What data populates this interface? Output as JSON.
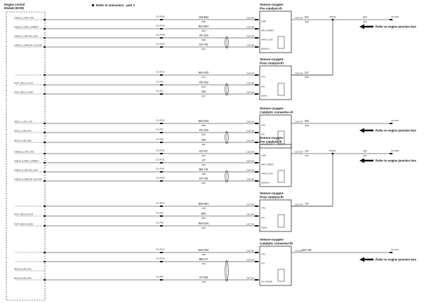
{
  "ecm": {
    "title_line1": "Engine control",
    "title_line2": "Module (ECM)"
  },
  "top_reference": "Refer to emissions - part 1",
  "junction_label": "Refer to engine junction box",
  "colors": {
    "line": "#111111",
    "background": "#ffffff"
  },
  "sensors": [
    {
      "title1": "Sensor-oxygen-",
      "title2": "Pre catalyst-rh",
      "wires": [
        {
          "label": "UHEGO_A_PMP_CTRL",
          "conn": "C11-P136",
          "color": "GN-BN",
          "code": "2066",
          "pin": "C0171A4",
          "pin_label": "CURR",
          "sensor_label": "CURR"
        },
        {
          "label": "UHEGO_A_PMP_CURRENT",
          "conn": "C11-P135",
          "color": "BU-WH",
          "code": "2045",
          "pin": "C0171A4",
          "pin_label": "PMP_CURRENT",
          "sensor_label": "PMP_CURRENT"
        },
        {
          "label": "UHEGO_A_VIRTUAL_GND",
          "conn": "C11-P148",
          "color": "YE-GN",
          "code": "2056",
          "pin": "C0171A4",
          "pin_label": "VIRTUAL_GND",
          "sensor_label": "VIRTUAL_GND"
        },
        {
          "label": "UHEGO_A_SENSOR_VOLTAGE",
          "conn": "C11-P158",
          "color": "GY-YE",
          "code": "2097",
          "pin": "C0171A4",
          "pin_label": "SENSOR_V",
          "sensor_label": "SENSOR_V"
        }
      ],
      "out": {
        "pin": "C0171A4",
        "color": "GY",
        "code": "2098",
        "splice": "SP1410",
        "feed_conn": "C11-P02",
        "feed_color": "GY",
        "feed_code": "2091",
        "has_arrow": true
      }
    },
    {
      "title1": "Sensor-oxygen-",
      "title2": "Post catalyst-lh",
      "wires": [
        {
          "label": "",
          "conn": "C11-P133",
          "color": "WH-OG",
          "code": "2075",
          "pin": "C0171A4",
          "pin_label": "CTRL",
          "sensor_label": "CTRL"
        },
        {
          "label": "POST_HEGO_A_POS",
          "conn": "C11-P25",
          "color": "YE-GN",
          "code": "2031",
          "pin": "C0171A4",
          "pin_label": "POS",
          "sensor_label": "POS"
        },
        {
          "label": "POST_HEGO_A_NEG",
          "conn": "C11-P21",
          "color": "GN",
          "code": "2037",
          "pin": "C0171A4",
          "pin_label": "NEG",
          "sensor_label": "SIGNAL"
        }
      ],
      "out": {
        "pin": "C0171A4",
        "color": "GY",
        "code": "2098",
        "splice": "",
        "feed_conn": "",
        "feed_color": "",
        "feed_code": "",
        "has_arrow": false
      }
    },
    {
      "title1": "Sensor-oxygen-",
      "title2": "Catalytic convertor-rh",
      "wires": [
        {
          "label": "HEGO_A_HTR_CTRL",
          "conn": "C11-P134",
          "color": "WH-OG",
          "code": "2068",
          "pin": "C0171A4",
          "pin_label": "CTRL",
          "sensor_label": "CTRL"
        },
        {
          "label": "HEGO_A_MID_POS",
          "conn": "C11-P27",
          "color": "YE-GN",
          "code": "2051",
          "pin": "C0171A4",
          "pin_label": "POS",
          "sensor_label": "POS"
        },
        {
          "label": "HEGO_A_MID_NEG",
          "conn": "C11-P28",
          "color": "GN",
          "code": "2052",
          "pin": "C0171A4",
          "pin_label": "NEG",
          "sensor_label": "SIG_GROUND"
        }
      ],
      "out": {
        "pin": "C0171A4",
        "color": "OG",
        "code": "2099",
        "splice": "",
        "feed_conn": "C11-P70",
        "feed_color": "",
        "feed_code": "",
        "has_arrow": true
      }
    },
    {
      "title1": "Sensor-oxygen-",
      "title2": "Pre catalyst-lh",
      "wires": [
        {
          "label": "UHEGO_B_HTR_CTRL",
          "conn": "C11-P132",
          "color": "GY-VT",
          "code": "2047",
          "pin": "C0171A4",
          "pin_label": "CURR",
          "sensor_label": "CURR"
        },
        {
          "label": "UHEGO_B_PMP_CURRENT",
          "conn": "C11-P131",
          "color": "VT",
          "code": "2043",
          "pin": "C0171A4",
          "pin_label": "PMP_CURRENT",
          "sensor_label": "PMP_CURRENT"
        },
        {
          "label": "UHEGO_B_VIRTUAL_GND",
          "conn": "C11-P157",
          "color": "BN-YE",
          "code": "2068",
          "pin": "C0171A4",
          "pin_label": "VIRTUAL_GND",
          "sensor_label": "VIRTUAL_GND"
        },
        {
          "label": "UHEGO_B_SENSOR_VOLTAGE",
          "conn": "C11-P159",
          "color": "GY-YE",
          "code": "2093",
          "pin": "C0171A4",
          "pin_label": "SENSOR_V",
          "sensor_label": "SENSOR_V"
        }
      ],
      "out": {
        "pin": "C0171A4",
        "color": "VT",
        "code": "2276",
        "splice": "SP1907",
        "feed_conn": "C11-P86",
        "feed_color": "VT",
        "feed_code": "1957",
        "has_arrow": true
      }
    },
    {
      "title1": "Sensor-oxygen-",
      "title2": "Post catalyst-lh",
      "wires": [
        {
          "label": "",
          "conn": "C11-P136",
          "color": "BN-WH",
          "code": "2795",
          "pin": "C0171A4",
          "pin_label": "CTRL",
          "sensor_label": "CTRL"
        },
        {
          "label": "POST_HEGO_B_POS",
          "conn": "C11-P26",
          "color": "WH",
          "code": "2054",
          "pin": "C0171A4",
          "pin_label": "POS",
          "sensor_label": "POS"
        },
        {
          "label": "POST_HEGO_B_NEG",
          "conn": "C11-P29",
          "color": "WH-GN",
          "code": "2064",
          "pin": "C0171A4",
          "pin_label": "NEG",
          "sensor_label": "SIGNAL"
        }
      ],
      "out": {
        "pin": "C0171A4",
        "color": "VT",
        "code": "",
        "splice": "",
        "feed_conn": "",
        "feed_color": "",
        "feed_code": "",
        "has_arrow": false
      }
    },
    {
      "title1": "Sensor-oxygen-",
      "title2": "Catalytic convertor-lh",
      "wires": [
        {
          "label": "",
          "conn": "C11-P133",
          "color": "WH-OG",
          "code": "1918",
          "pin": "C0171A4",
          "pin_label": "CTRL",
          "sensor_label": "CTRL"
        },
        {
          "label": "",
          "conn": "C11-P138",
          "color": "BN-VT",
          "code": "1920",
          "pin": "C0171A4",
          "pin_label": "POS",
          "sensor_label": "POS"
        },
        {
          "label": "HEGO_B_MID_POS",
          "conn": "",
          "color": "",
          "code": "",
          "pin": "",
          "pin_label": "",
          "sensor_label": ""
        },
        {
          "label": "HEGO_B_MID_NEG",
          "conn": "C11-P30",
          "color": "VT-GN",
          "code": "1363",
          "pin": "C0171A4",
          "pin_label": "NEG",
          "sensor_label": "SIG_GROUND"
        }
      ],
      "out": {
        "pin": "C0171A4",
        "color": "OG-YE",
        "code": "",
        "splice": "",
        "feed_conn": "C11-P73",
        "feed_color": "",
        "feed_code": "",
        "has_arrow": true
      }
    }
  ]
}
